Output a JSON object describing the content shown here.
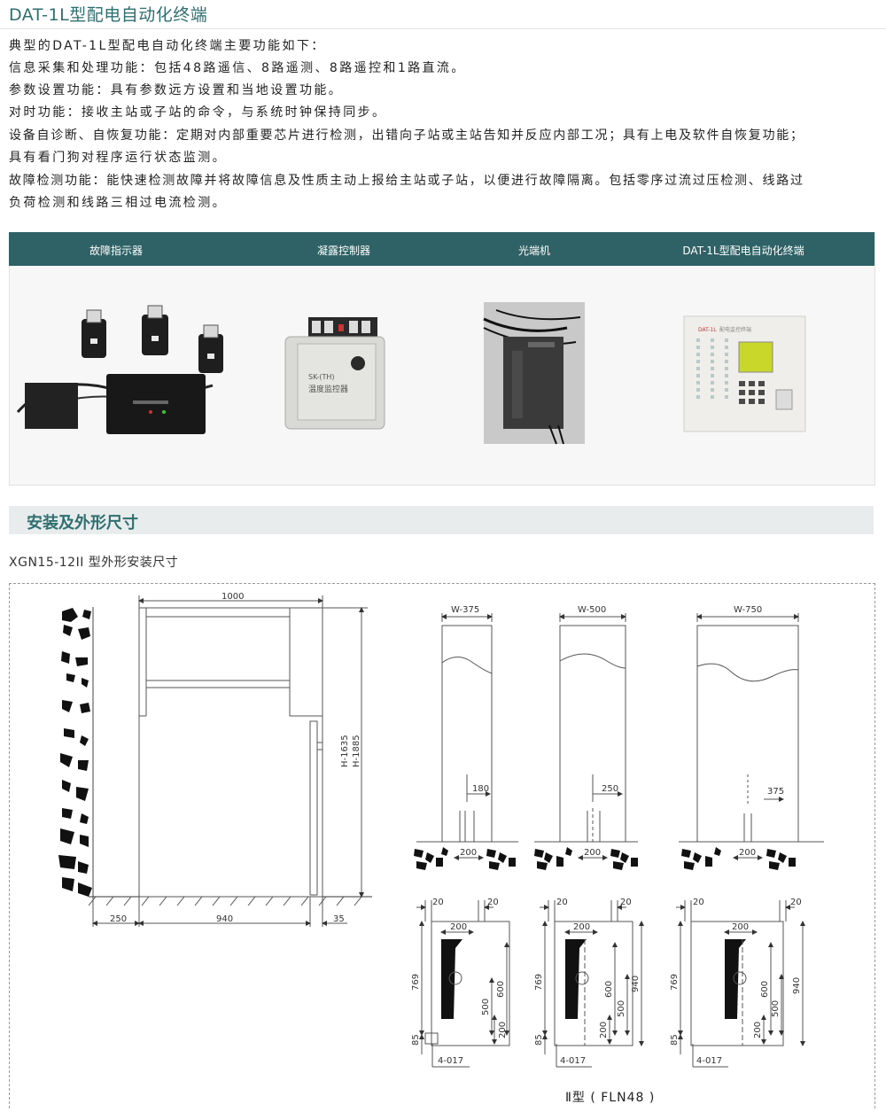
{
  "header": {
    "title": "DAT-1L型配电自动化终端"
  },
  "intro": {
    "lines": [
      "典型的DAT-1L型配电自动化终端主要功能如下：",
      "信息采集和处理功能：包括48路遥信、8路遥测、8路遥控和1路直流。",
      "参数设置功能：具有参数远方设置和当地设置功能。",
      "对时功能：接收主站或子站的命令，与系统时钟保持同步。",
      "设备自诊断、自恢复功能：定期对内部重要芯片进行检测，出错向子站或主站告知并反应内部工况；具有上电及软件自恢复功能；",
      "具有看门狗对程序运行状态监测。",
      "故障检测功能：能快速检测故障并将故障信息及性质主动上报给主站或子站，以便进行故障隔离。包括零序过流过压检测、线路过",
      "负荷检测和线路三相过电流检测。"
    ]
  },
  "products": {
    "items": [
      {
        "label": "故障指示器"
      },
      {
        "label": "凝露控制器"
      },
      {
        "label": "光端机"
      },
      {
        "label": "DAT-1L型配电自动化终端"
      }
    ],
    "device_text": {
      "sk_panel": "SK-(TH)",
      "sk_name": "温度监控器",
      "dat_brand": "DAT-1L",
      "dat_name": "配电监控终端"
    }
  },
  "section2": {
    "title": "安装及外形尺寸",
    "subtitle": "XGN15-12II 型外形安装尺寸",
    "caption": "Ⅱ型 ( FLN48 )"
  },
  "dims": {
    "front": {
      "width": "1000",
      "height1": "H-1635",
      "height2": "H-1885",
      "left": "250",
      "mid": "940",
      "right": "35"
    },
    "cabinets": [
      {
        "w": "W-375",
        "off": "180",
        "base": "200"
      },
      {
        "w": "W-500",
        "off": "250",
        "base": "200"
      },
      {
        "w": "W-750",
        "off": "375",
        "base": "200"
      }
    ],
    "plan": {
      "a": "20",
      "b": "20",
      "c": "200",
      "d": "769",
      "e": "600",
      "f": "500",
      "g": "200",
      "h": "85",
      "hole": "4-017",
      "tall": "940"
    }
  },
  "colors": {
    "accent": "#2f6f70",
    "header_bar": "#2e6266",
    "section_bar": "#e9ecec"
  }
}
